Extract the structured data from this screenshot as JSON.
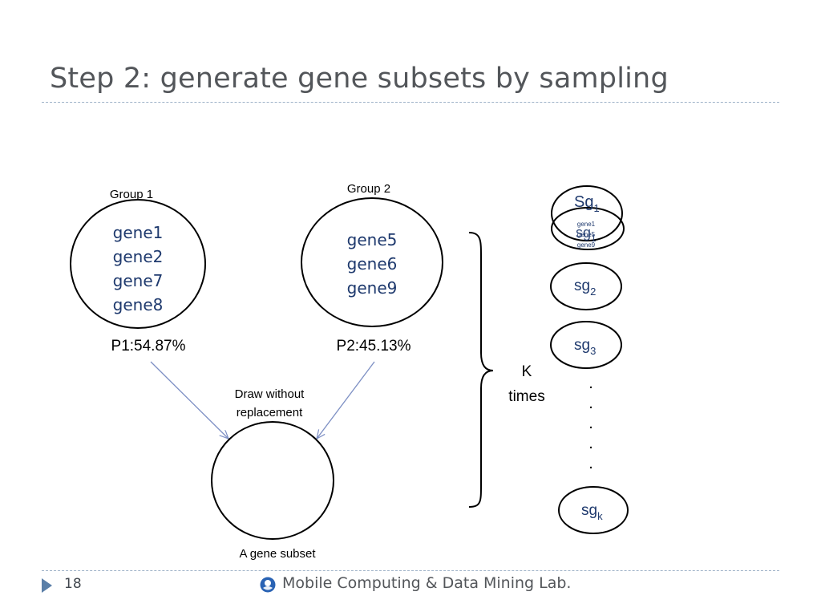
{
  "slide": {
    "title": "Step 2: generate gene subsets by sampling",
    "page_number": "18",
    "lab_name": "Mobile Computing & Data Mining Lab."
  },
  "groups": [
    {
      "label": "Group 1",
      "genes": [
        "gene1",
        "gene2",
        "gene7",
        "gene8"
      ],
      "probability": "P1:54.87%"
    },
    {
      "label": "Group 2",
      "genes": [
        "gene5",
        "gene6",
        "gene9"
      ],
      "probability": "P2:45.13%"
    }
  ],
  "draw_label": [
    "Draw without",
    "replacement"
  ],
  "subset_label": "A gene subset",
  "repeat_label": [
    "K",
    "times"
  ],
  "subsets": {
    "first": {
      "base": "Sg",
      "sub": "1"
    },
    "first_overlay": {
      "base": "sg",
      "sub": "1"
    },
    "first_genes": [
      "gene1",
      "gene5",
      "gene9"
    ],
    "items": [
      {
        "base": "sg",
        "sub": "2"
      },
      {
        "base": "sg",
        "sub": "3"
      }
    ],
    "last": {
      "base": "sg",
      "sub": "k"
    },
    "ellipsis": [
      ".",
      ".",
      ".",
      ".",
      "."
    ]
  },
  "colors": {
    "gene_text": "#1f3a6e",
    "arrow": "#7d8fc4",
    "outline": "#000000",
    "title": "#53565a",
    "rule": "#9fb3c8",
    "footer_accent": "#5a7fa8"
  }
}
